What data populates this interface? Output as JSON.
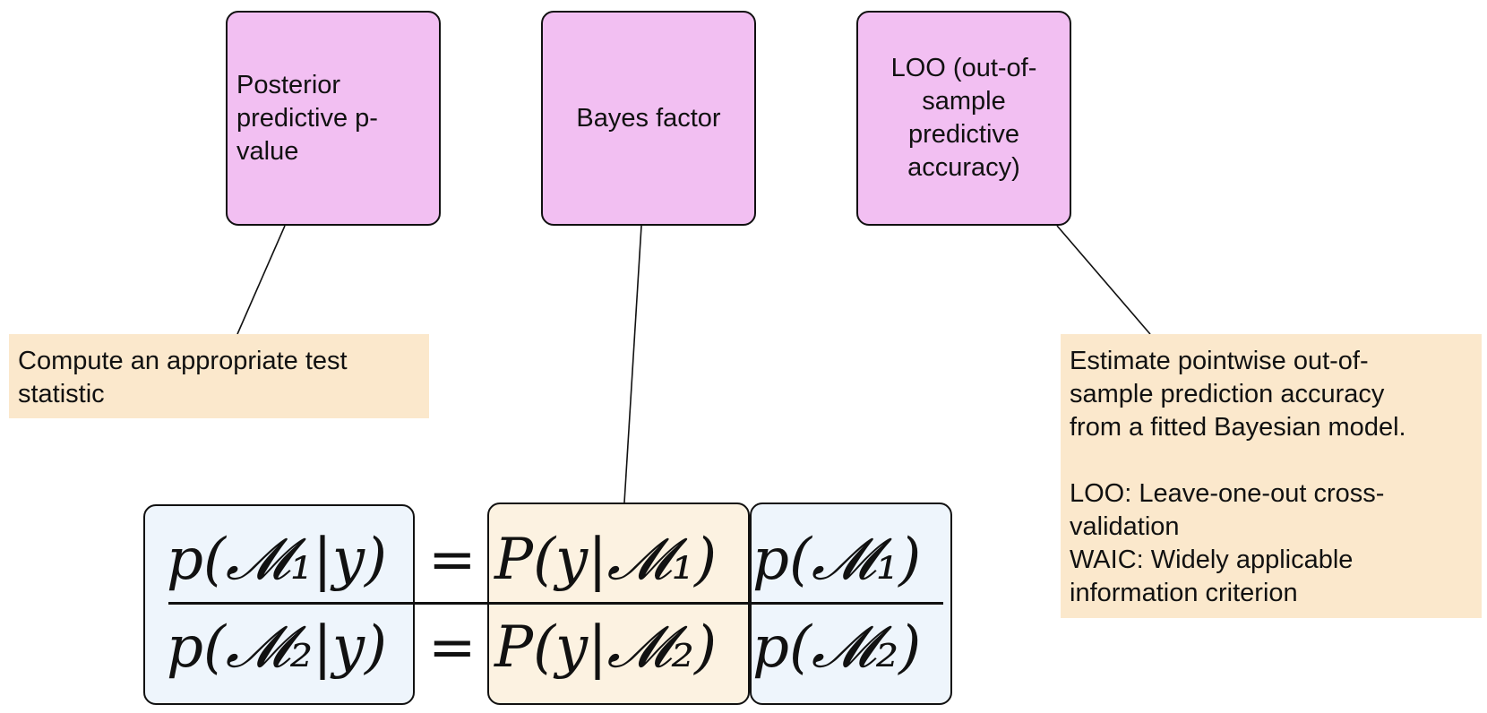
{
  "concepts": [
    {
      "label": "Posterior predictive p-value",
      "lines": [
        "Posterior",
        "predictive p-",
        "value"
      ]
    },
    {
      "label": "Bayes factor",
      "lines": [
        "Bayes factor"
      ]
    },
    {
      "label": "LOO (out-of-sample predictive accuracy)",
      "lines": [
        "LOO (out-of-",
        "sample",
        "predictive",
        "accuracy)"
      ]
    }
  ],
  "notes": [
    {
      "lines": [
        "Compute an appropriate test",
        "statistic"
      ]
    },
    {
      "lines": [
        "Estimate pointwise out-of-",
        "sample prediction accuracy",
        "from a fitted Bayesian model.",
        "",
        "LOO: Leave-one-out cross-",
        "validation",
        "WAIC: Widely applicable",
        "information criterion"
      ]
    }
  ],
  "colors": {
    "concept_fill": "#f2bff2",
    "note_fill": "#fbe8cc",
    "posterior_box_fill": "#eef5fc",
    "likelihood_box_fill": "#fcf2e1"
  },
  "equation": {
    "num_left": "p(𝓜₁|y)",
    "den_left": "p(𝓜₂|y)",
    "equals": "=",
    "num_likelihood": "P(y|𝓜₁)",
    "den_likelihood": "P(y|𝓜₂)",
    "num_prior": "p(𝓜₁)",
    "den_prior": "p(𝓜₂)"
  }
}
